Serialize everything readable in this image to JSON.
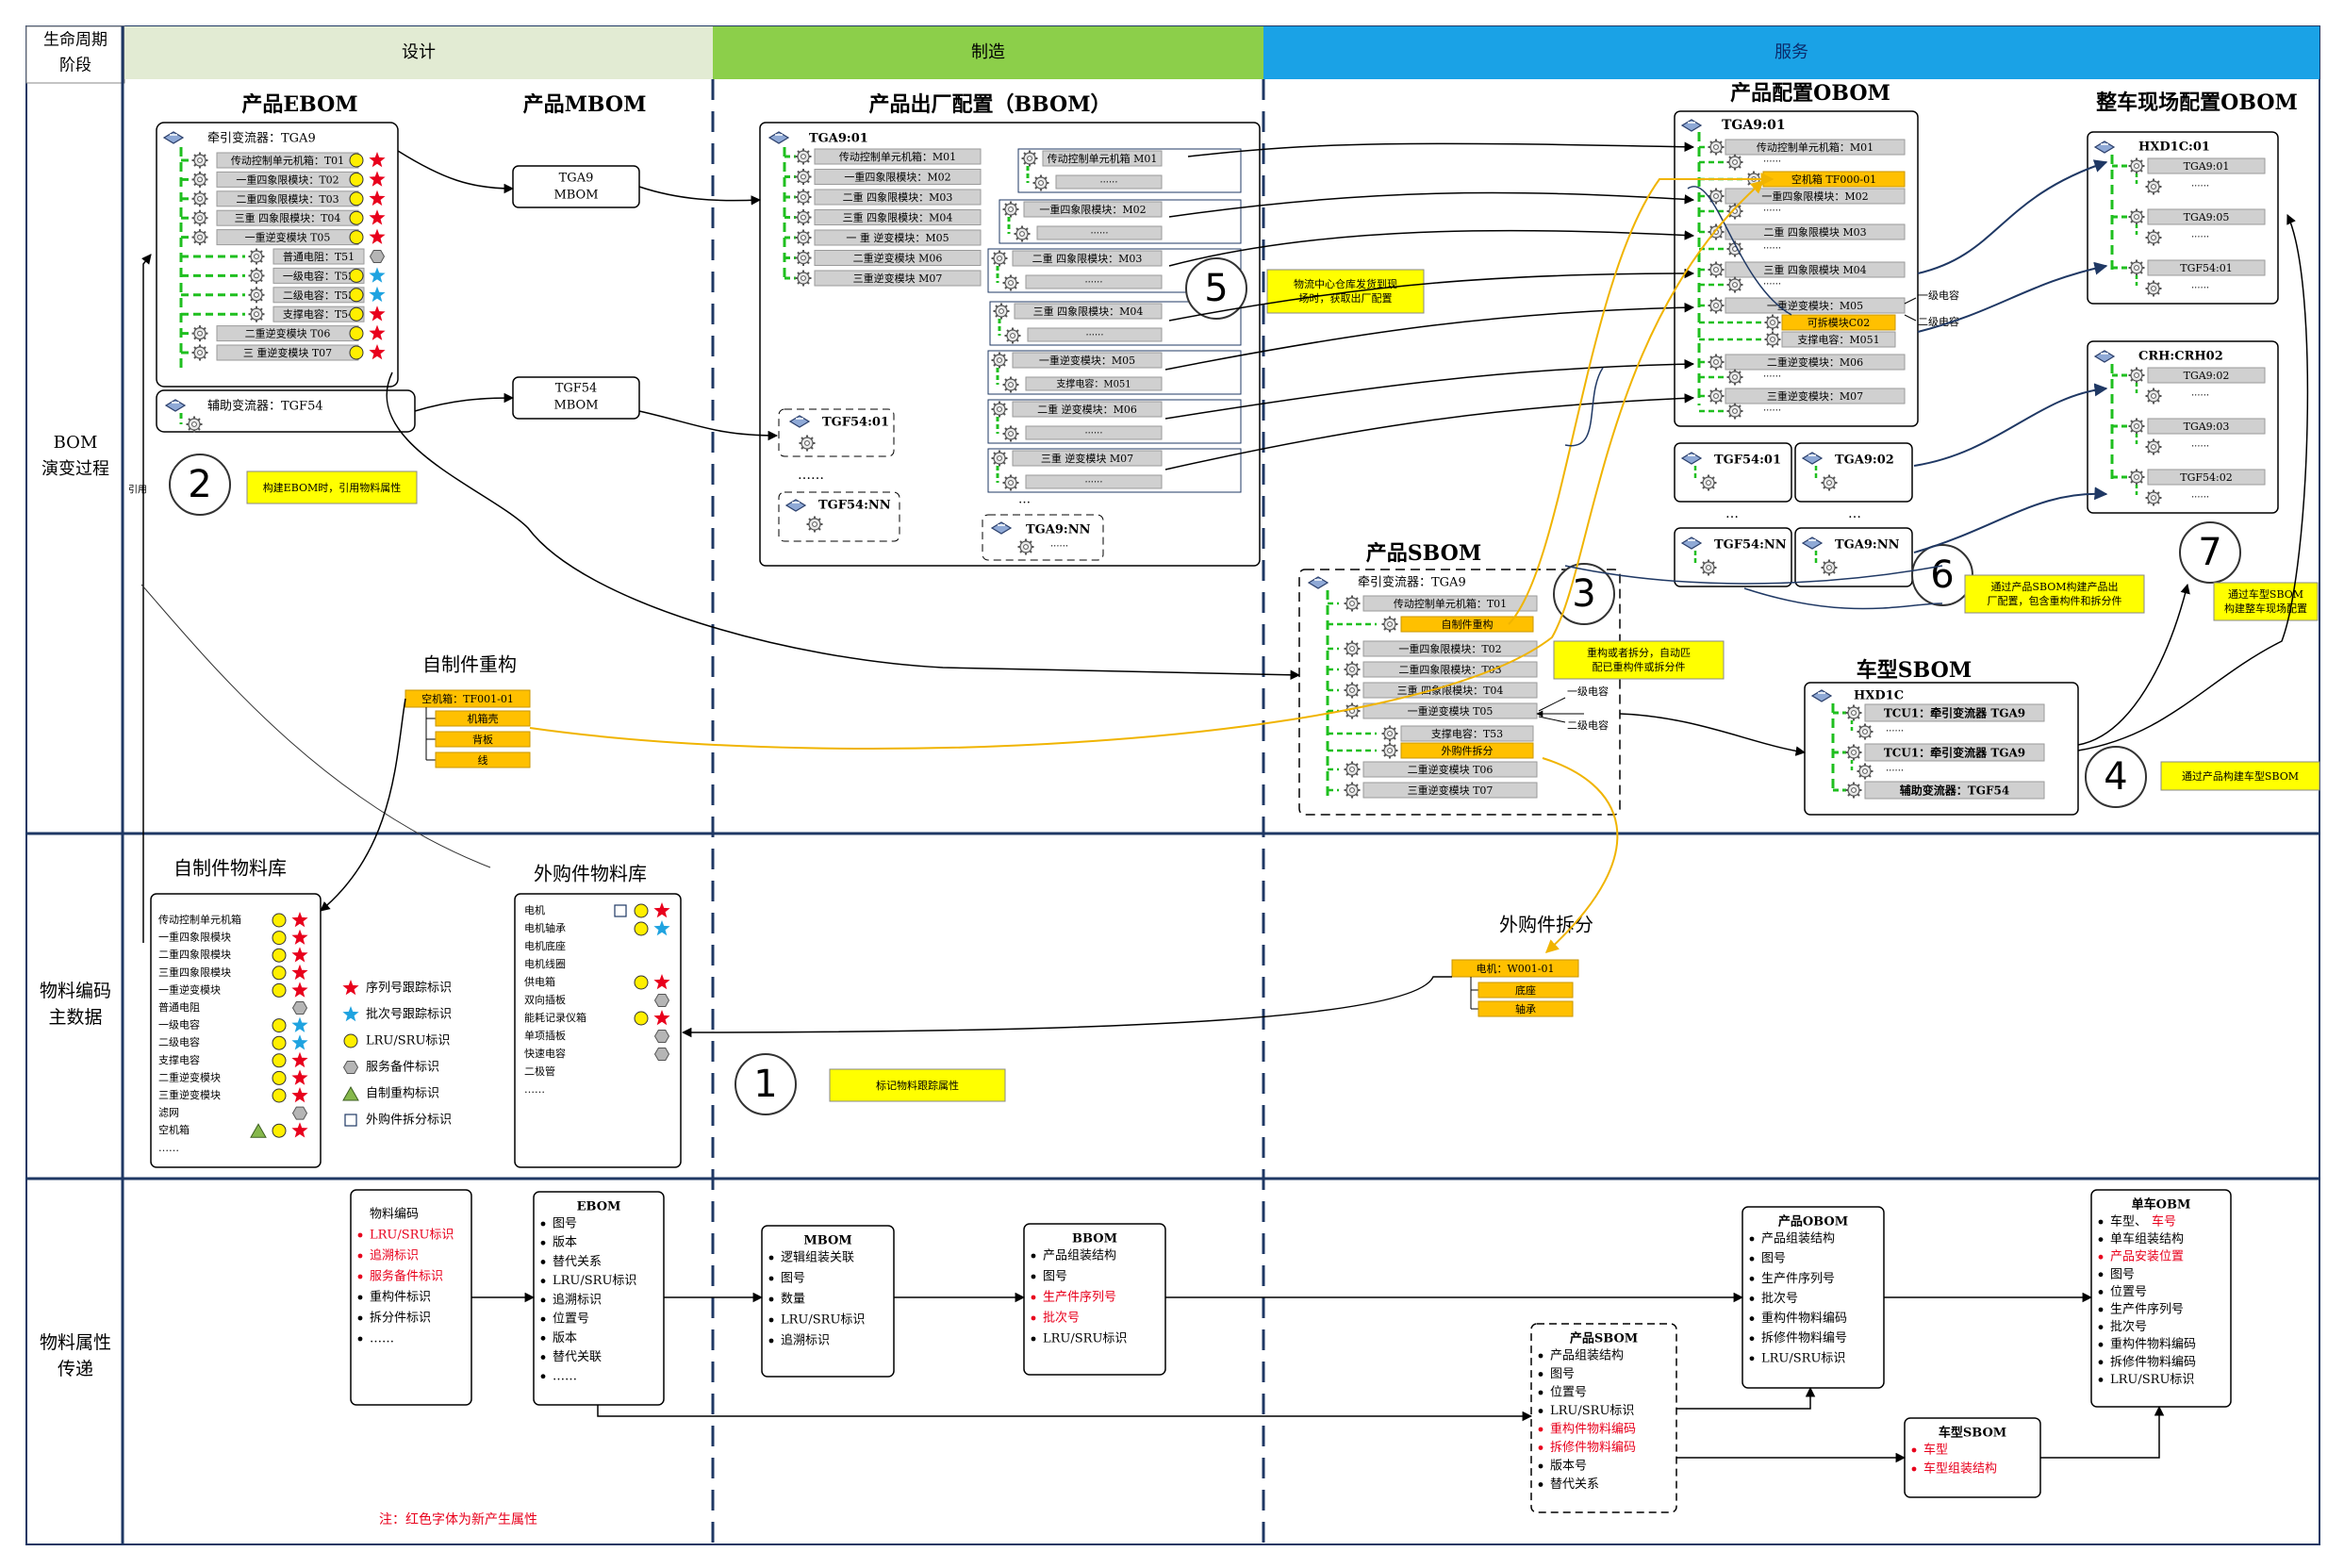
{
  "header": {
    "corner": [
      "生命周期",
      "阶段"
    ],
    "phases": [
      "设计",
      "制造",
      "服务"
    ],
    "colors": {
      "design": "#e2ebd3",
      "manufacture": "#8ccf4a",
      "service": "#1aa2e6"
    }
  },
  "rows": {
    "bom": [
      "BOM",
      "演变过程"
    ],
    "material": [
      "物料编码",
      "主数据"
    ],
    "attr": [
      "物料属性",
      "传递"
    ]
  },
  "labels": {
    "ebom": "产品EBOM",
    "mbom": "产品MBOM",
    "bbom": "产品出厂配置（BBOM）",
    "obom": "产品配置OBOM",
    "site_obom": "整车现场配置OBOM",
    "sbom": "产品SBOM",
    "car_sbom": "车型SBOM",
    "self_restruct": "自制件重构",
    "self_lib": "自制件物料库",
    "buy_lib": "外购件物料库",
    "buy_split": "外购件拆分",
    "cite": "引用",
    "note": "注：红色字体为新产生属性",
    "ellipsis": "……",
    "ellipsis2": "…",
    "dots": "······"
  },
  "ebom": {
    "root": "牵引变流器：TGA9",
    "items": [
      {
        "label": "传动控制单元机箱：T01",
        "marks": [
          "circle",
          "star-red"
        ]
      },
      {
        "label": "一重四象限模块：T02",
        "marks": [
          "circle",
          "star-red"
        ]
      },
      {
        "label": "二重四象限模块：T03",
        "marks": [
          "circle",
          "star-red"
        ]
      },
      {
        "label": "三重 四象限模块：T04",
        "marks": [
          "circle",
          "star-red"
        ]
      },
      {
        "label": "一重逆变模块  T05",
        "marks": [
          "circle",
          "star-red"
        ]
      },
      {
        "label": "普通电阻：T51",
        "marks": [
          "hex"
        ]
      },
      {
        "label": "一级电容：T52",
        "marks": [
          "circle",
          "star-blue"
        ]
      },
      {
        "label": "二级电容：T53",
        "marks": [
          "circle",
          "star-blue"
        ]
      },
      {
        "label": "支撑电容：T54",
        "marks": [
          "circle",
          "star-red"
        ]
      },
      {
        "label": "二重逆变模块  T06",
        "marks": [
          "circle",
          "star-red"
        ]
      },
      {
        "label": "三 重逆变模块  T07",
        "marks": [
          "circle",
          "star-red"
        ]
      }
    ],
    "aux": "辅助变流器：TGF54"
  },
  "mbom": [
    {
      "title": [
        "TGA9",
        "MBOM"
      ]
    },
    {
      "title": [
        "TGF54",
        "MBOM"
      ]
    }
  ],
  "bbom": {
    "root": "TGA9:01",
    "items": [
      "传动控制单元机箱：M01",
      "一重四象限模块：M02",
      "二重 四象限模块：M03",
      "三重 四象限模块：M04",
      "一 重 逆变模块：M05",
      "二重逆变模块  M06",
      "三重逆变模块  M07"
    ],
    "subs": [
      {
        "title": "传动控制单元机箱  M01"
      },
      {
        "title": "一重四象限模块：M02"
      },
      {
        "title": "二重 四象限模块：M03"
      },
      {
        "title": "三重 四象限模块：M04"
      },
      {
        "title": "一重逆变模块：M05",
        "sub2": "支撑电容：M051"
      },
      {
        "title": "二重 逆变模块：M06"
      },
      {
        "title": "三重 逆变模块  M07"
      }
    ],
    "tgf1": "TGF54:01",
    "tgfn": "TGF54:NN",
    "tgan": "TGA9:NN"
  },
  "obom": {
    "root": "TGA9:01",
    "items": [
      "传动控制单元机箱：M01",
      "空机箱  TF000-01",
      "一重四象限模块：M02",
      "二重 四象限模块  M03",
      "三重 四象限模块  M04",
      "一重逆变模块：M05",
      "可拆模块C02",
      "支撑电容：M051",
      "二重逆变模块：M06",
      "三重逆变模块：M07"
    ],
    "side1": "一级电容",
    "side2": "二级电容",
    "small": [
      "TGF54:01",
      "TGA9:02",
      "TGF54:NN",
      "TGA9:NN"
    ]
  },
  "site": [
    {
      "title": "HXD1C:01",
      "items": [
        "TGA9:01",
        "TGA9:05",
        "TGF54:01"
      ]
    },
    {
      "title": "CRH:CRH02",
      "items": [
        "TGA9:02",
        "TGA9:03",
        "TGF54:02"
      ]
    }
  ],
  "sbom": {
    "root": "牵引变流器：TGA9",
    "items": [
      "传动控制单元机箱：T01",
      "自制件重构",
      "一重四象限模块：T02",
      "二重四象限模块：T03",
      "三重 四象限模块：T04",
      "一重逆变模块  T05",
      "支撑电容：T53",
      "外购件拆分",
      "二重逆变模块  T06",
      "三重逆变模块  T07"
    ],
    "side1": "一级电容",
    "side2": "二级电容"
  },
  "car_sbom": {
    "root": "HXD1C",
    "items": [
      "TCU1：牵引变流器  TGA9",
      "TCU1：牵引变流器  TGA9",
      "辅助变流器：TGF54"
    ]
  },
  "restruct": {
    "root": "空机箱：TF001-01",
    "items": [
      "机箱壳",
      "背板",
      "线"
    ]
  },
  "split": {
    "root": "电机：W001-01",
    "items": [
      "底座",
      "轴承"
    ]
  },
  "callouts": [
    {
      "num": "1",
      "text": "标记物料跟踪属性"
    },
    {
      "num": "2",
      "text": "构建EBOM时，引用物料属性"
    },
    {
      "num": "3",
      "text": "重构或者拆分，自动匹配已重构件或拆分件"
    },
    {
      "num": "4",
      "text": "通过产品构建车型SBOM"
    },
    {
      "num": "5",
      "text": "物流中心仓库发货到现场时，获取出厂配置"
    },
    {
      "num": "6",
      "text": "通过产品SBOM构建产品出厂配置，包含重构件和拆分件"
    },
    {
      "num": "7",
      "text": "通过车型SBOM构建整车现场配置"
    }
  ],
  "self_lib_items": [
    {
      "label": "传动控制单元机箱",
      "marks": [
        "circle",
        "star-red"
      ]
    },
    {
      "label": "一重四象限模块",
      "marks": [
        "circle",
        "star-red"
      ]
    },
    {
      "label": "二重四象限模块",
      "marks": [
        "circle",
        "star-red"
      ]
    },
    {
      "label": "三重四象限模块",
      "marks": [
        "circle",
        "star-red"
      ]
    },
    {
      "label": "一重逆变模块",
      "marks": [
        "circle",
        "star-red"
      ]
    },
    {
      "label": "普通电阻",
      "marks": [
        "hex"
      ]
    },
    {
      "label": "一级电容",
      "marks": [
        "circle",
        "star-blue"
      ]
    },
    {
      "label": "二级电容",
      "marks": [
        "circle",
        "star-blue"
      ]
    },
    {
      "label": "支撑电容",
      "marks": [
        "circle",
        "star-red"
      ]
    },
    {
      "label": "二重逆变模块",
      "marks": [
        "circle",
        "star-red"
      ]
    },
    {
      "label": "三重逆变模块",
      "marks": [
        "circle",
        "star-red"
      ]
    },
    {
      "label": "滤网",
      "marks": [
        "hex"
      ]
    },
    {
      "label": "空机箱",
      "marks": [
        "tri",
        "circle",
        "star-red"
      ]
    },
    {
      "label": "……",
      "marks": []
    }
  ],
  "buy_lib_items": [
    {
      "label": "电机",
      "marks": [
        "square",
        "circle",
        "star-red"
      ]
    },
    {
      "label": "电机轴承",
      "marks": [
        "circle",
        "star-blue"
      ]
    },
    {
      "label": "电机底座",
      "marks": []
    },
    {
      "label": "电机线圈",
      "marks": []
    },
    {
      "label": "供电箱",
      "marks": [
        "circle",
        "star-red"
      ]
    },
    {
      "label": "双向插板",
      "marks": [
        "hex"
      ]
    },
    {
      "label": "能耗记录仪箱",
      "marks": [
        "circle",
        "star-red"
      ]
    },
    {
      "label": "单项插板",
      "marks": [
        "hex"
      ]
    },
    {
      "label": "快速电容",
      "marks": [
        "hex"
      ]
    },
    {
      "label": "二极管",
      "marks": []
    },
    {
      "label": "……",
      "marks": []
    }
  ],
  "legend": [
    {
      "mark": "star-red",
      "label": "序列号跟踪标识"
    },
    {
      "mark": "star-blue",
      "label": "批次号跟踪标识"
    },
    {
      "mark": "circle",
      "label": "LRU/SRU标识"
    },
    {
      "mark": "hex",
      "label": "服务备件标识"
    },
    {
      "mark": "tri",
      "label": "自制重构标识"
    },
    {
      "mark": "square",
      "label": "外购件拆分标识"
    }
  ],
  "attr_boxes": [
    {
      "title": "",
      "items": [
        {
          "t": "物料编码",
          "red": false,
          "bullet": false
        },
        {
          "t": "LRU/SRU标识",
          "red": true,
          "bullet": true
        },
        {
          "t": "追溯标识",
          "red": true,
          "bullet": true
        },
        {
          "t": "服务备件标识",
          "red": true,
          "bullet": true
        },
        {
          "t": "重构件标识",
          "red": false,
          "bullet": true
        },
        {
          "t": "拆分件标识",
          "red": false,
          "bullet": true
        },
        {
          "t": "……",
          "red": false,
          "bullet": true
        }
      ]
    },
    {
      "title": "EBOM",
      "items": [
        {
          "t": "图号",
          "red": false,
          "bullet": true
        },
        {
          "t": "版本",
          "red": false,
          "bullet": true
        },
        {
          "t": "替代关系",
          "red": false,
          "bullet": true
        },
        {
          "t": "LRU/SRU标识",
          "red": false,
          "bullet": true
        },
        {
          "t": "追溯标识",
          "red": false,
          "bullet": true
        },
        {
          "t": "位置号",
          "red": false,
          "bullet": true
        },
        {
          "t": "版本",
          "red": false,
          "bullet": true
        },
        {
          "t": "替代关联",
          "red": false,
          "bullet": true
        },
        {
          "t": "……",
          "red": false,
          "bullet": true
        }
      ]
    },
    {
      "title": "MBOM",
      "items": [
        {
          "t": "逻辑组装关联",
          "red": false,
          "bullet": true
        },
        {
          "t": "图号",
          "red": false,
          "bullet": true
        },
        {
          "t": "数量",
          "red": false,
          "bullet": true
        },
        {
          "t": "LRU/SRU标识",
          "red": false,
          "bullet": true
        },
        {
          "t": "追溯标识",
          "red": false,
          "bullet": true
        }
      ]
    },
    {
      "title": "BBOM",
      "items": [
        {
          "t": "产品组装结构",
          "red": false,
          "bullet": true
        },
        {
          "t": "图号",
          "red": false,
          "bullet": true
        },
        {
          "t": "生产件序列号",
          "red": true,
          "bullet": true
        },
        {
          "t": "批次号",
          "red": true,
          "bullet": true
        },
        {
          "t": "LRU/SRU标识",
          "red": false,
          "bullet": true
        }
      ]
    },
    {
      "title": "产品SBOM",
      "items": [
        {
          "t": "产品组装结构",
          "red": false,
          "bullet": true
        },
        {
          "t": "图号",
          "red": false,
          "bullet": true
        },
        {
          "t": "位置号",
          "red": false,
          "bullet": true
        },
        {
          "t": "LRU/SRU标识",
          "red": false,
          "bullet": true
        },
        {
          "t": "重构件物料编码",
          "red": true,
          "bullet": true
        },
        {
          "t": "拆修件物料编码",
          "red": true,
          "bullet": true
        },
        {
          "t": "版本号",
          "red": false,
          "bullet": true
        },
        {
          "t": "替代关系",
          "red": false,
          "bullet": true
        }
      ]
    },
    {
      "title": "产品OBOM",
      "items": [
        {
          "t": "产品组装结构",
          "red": false,
          "bullet": true
        },
        {
          "t": "图号",
          "red": false,
          "bullet": true
        },
        {
          "t": "生产件序列号",
          "red": false,
          "bullet": true
        },
        {
          "t": "批次号",
          "red": false,
          "bullet": true
        },
        {
          "t": "重构件物料编码",
          "red": false,
          "bullet": true
        },
        {
          "t": "拆修件物料编号",
          "red": false,
          "bullet": true
        },
        {
          "t": "LRU/SRU标识",
          "red": false,
          "bullet": true
        }
      ]
    },
    {
      "title": "车型SBOM",
      "items": [
        {
          "t": "车型",
          "red": true,
          "bullet": true
        },
        {
          "t": "车型组装结构",
          "red": true,
          "bullet": true
        }
      ]
    },
    {
      "title": "单车OBM",
      "items": [
        {
          "t": "车型、",
          "red": false,
          "bullet": true,
          "tail": "车号"
        },
        {
          "t": "单车组装结构",
          "red": false,
          "bullet": true
        },
        {
          "t": "产品安装位置",
          "red": true,
          "bullet": true
        },
        {
          "t": "图号",
          "red": false,
          "bullet": true
        },
        {
          "t": "位置号",
          "red": false,
          "bullet": true
        },
        {
          "t": "生产件序列号",
          "red": false,
          "bullet": true
        },
        {
          "t": "批次号",
          "red": false,
          "bullet": true
        },
        {
          "t": "重构件物料编码",
          "red": false,
          "bullet": true
        },
        {
          "t": "拆修件物料编码",
          "red": false,
          "bullet": true
        },
        {
          "t": "LRU/SRU标识",
          "red": false,
          "bullet": true
        }
      ]
    }
  ]
}
